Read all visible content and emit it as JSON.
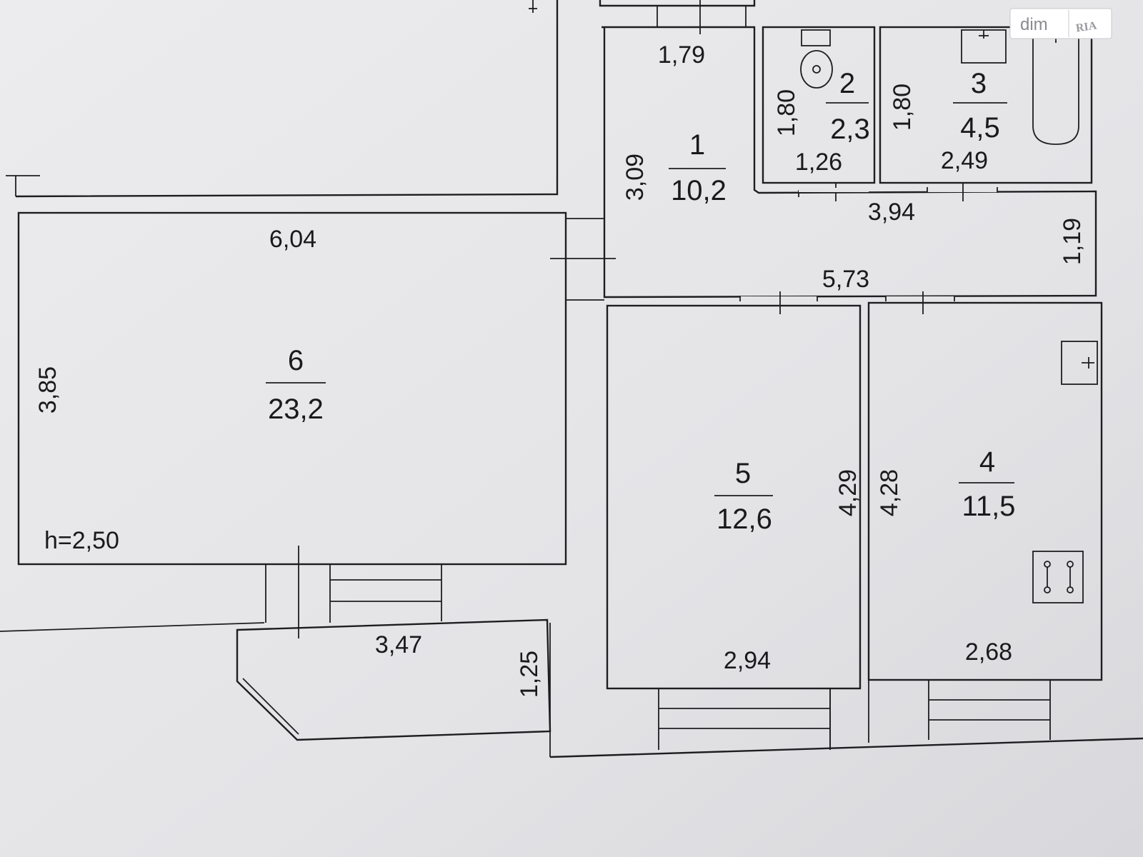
{
  "watermark": {
    "site": "dim",
    "brand": "RIA"
  },
  "ceiling_height": "h=2,50",
  "rooms": [
    {
      "number": "1",
      "area": "10,2"
    },
    {
      "number": "2",
      "area": "2,3"
    },
    {
      "number": "3",
      "area": "4,5"
    },
    {
      "number": "4",
      "area": "11,5"
    },
    {
      "number": "5",
      "area": "12,6"
    },
    {
      "number": "6",
      "area": "23,2"
    }
  ],
  "dimensions": {
    "room1_width": "1,79",
    "room1_length": "3,09",
    "room2_height": "1,80",
    "room2_width": "1,26",
    "room3_height": "1,80",
    "room3_width": "2,49",
    "corridor_top": "3,94",
    "corridor_bottom": "5,73",
    "corridor_depth": "1,19",
    "room6_width": "6,04",
    "room6_depth": "3,85",
    "room5_depth": "4,29",
    "room5_width": "2,94",
    "room4_depth": "4,28",
    "room4_width": "2,68",
    "balcony_width": "3,47",
    "balcony_depth": "1,25"
  },
  "colors": {
    "paper": "#e6e6e8",
    "ink": "#1e1e22"
  }
}
